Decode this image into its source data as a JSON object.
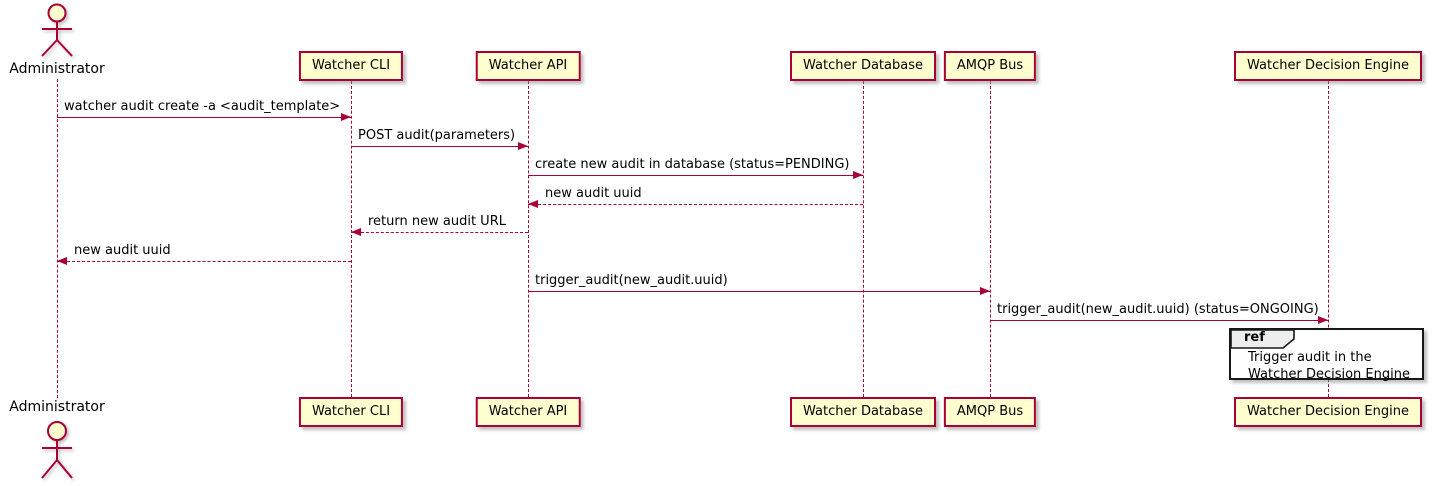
{
  "diagram_type": "sequence-diagram",
  "colors": {
    "participant_fill": "#FEFECE",
    "participant_border": "#A80036",
    "line_color": "#A80036",
    "text_color": "#000000",
    "ref_header_fill": "#EEEEEE",
    "ref_border": "#181818",
    "background": "#FFFFFF"
  },
  "participants": [
    {
      "label": "Administrator",
      "kind": "actor"
    },
    {
      "label": "Watcher CLI",
      "kind": "participant"
    },
    {
      "label": "Watcher API",
      "kind": "participant"
    },
    {
      "label": "Watcher Database",
      "kind": "participant"
    },
    {
      "label": "AMQP Bus",
      "kind": "participant"
    },
    {
      "label": "Watcher Decision Engine",
      "kind": "participant"
    }
  ],
  "messages": [
    {
      "from": "Administrator",
      "to": "Watcher CLI",
      "line": "solid",
      "label": "watcher audit create -a <audit_template>"
    },
    {
      "from": "Watcher CLI",
      "to": "Watcher API",
      "line": "solid",
      "label": "POST audit(parameters)"
    },
    {
      "from": "Watcher API",
      "to": "Watcher Database",
      "line": "solid",
      "label": "create new audit in database (status=PENDING)"
    },
    {
      "from": "Watcher Database",
      "to": "Watcher API",
      "line": "dashed",
      "label": "new audit uuid"
    },
    {
      "from": "Watcher API",
      "to": "Watcher CLI",
      "line": "dashed",
      "label": "return new audit URL"
    },
    {
      "from": "Watcher CLI",
      "to": "Administrator",
      "line": "dashed",
      "label": "new audit uuid"
    },
    {
      "from": "Watcher API",
      "to": "AMQP Bus",
      "line": "solid",
      "label": "trigger_audit(new_audit.uuid)"
    },
    {
      "from": "AMQP Bus",
      "to": "Watcher Decision Engine",
      "line": "solid",
      "label": "trigger_audit(new_audit.uuid) (status=ONGOING)"
    }
  ],
  "ref": {
    "keyword": "ref",
    "over": "Watcher Decision Engine",
    "line1": "Trigger audit in the",
    "line2": "Watcher Decision Engine"
  }
}
